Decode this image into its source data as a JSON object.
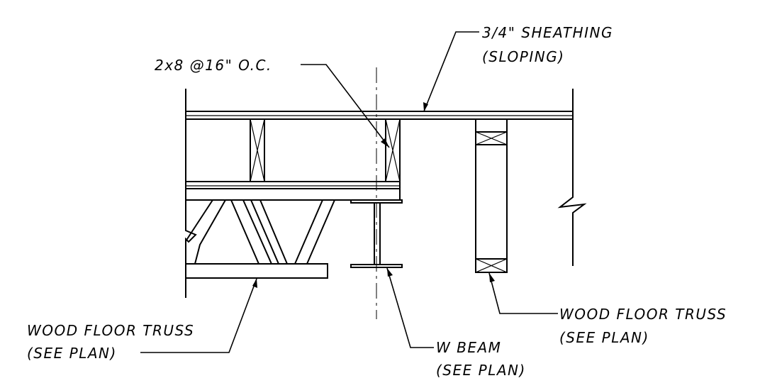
{
  "labels": {
    "sheathing": [
      "3/4\" SHEATHING",
      "(SLOPING)"
    ],
    "joist": "2x8 @16\" O.C.",
    "truss_left": [
      "WOOD FLOOR TRUSS",
      "(SEE PLAN)"
    ],
    "beam": [
      "W BEAM",
      "(SEE PLAN)"
    ],
    "truss_right": [
      "WOOD FLOOR TRUSS",
      "(SEE PLAN)"
    ]
  }
}
